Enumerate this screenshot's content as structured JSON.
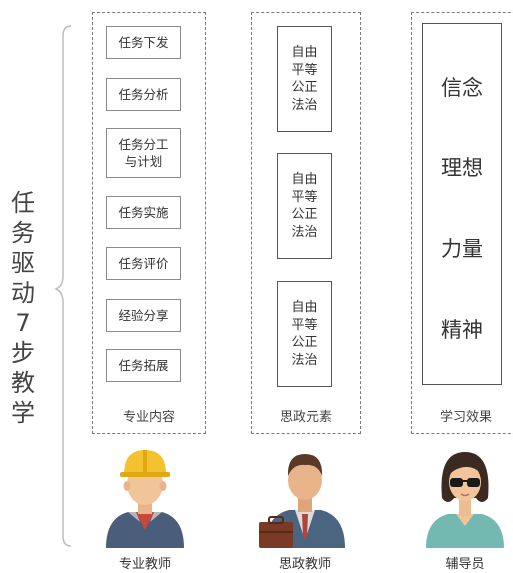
{
  "side_title": [
    "任",
    "务",
    "驱",
    "动",
    "7",
    "步",
    "教",
    "学"
  ],
  "panel_professional": {
    "label": "专业内容",
    "tasks": [
      {
        "lines": [
          "任务下发"
        ]
      },
      {
        "lines": [
          "任务分析"
        ]
      },
      {
        "lines": [
          "任务分工",
          "与计划"
        ]
      },
      {
        "lines": [
          "任务实施"
        ]
      },
      {
        "lines": [
          "任务评价"
        ]
      },
      {
        "lines": [
          "经验分享"
        ]
      },
      {
        "lines": [
          "任务拓展"
        ]
      }
    ]
  },
  "panel_ideology": {
    "label": "思政元素",
    "values": [
      {
        "lines": [
          "自由",
          "平等",
          "公正",
          "法治"
        ]
      },
      {
        "lines": [
          "自由",
          "平等",
          "公正",
          "法治"
        ]
      },
      {
        "lines": [
          "自由",
          "平等",
          "公正",
          "法治"
        ]
      }
    ]
  },
  "panel_effect": {
    "label": "学习效果",
    "items": [
      "信念",
      "理想",
      "力量",
      "精神"
    ]
  },
  "people": [
    {
      "label": "专业教师",
      "icon": "worker-hardhat-icon"
    },
    {
      "label": "思政教师",
      "icon": "businessman-briefcase-icon"
    },
    {
      "label": "辅导员",
      "icon": "woman-sunglasses-icon"
    }
  ]
}
